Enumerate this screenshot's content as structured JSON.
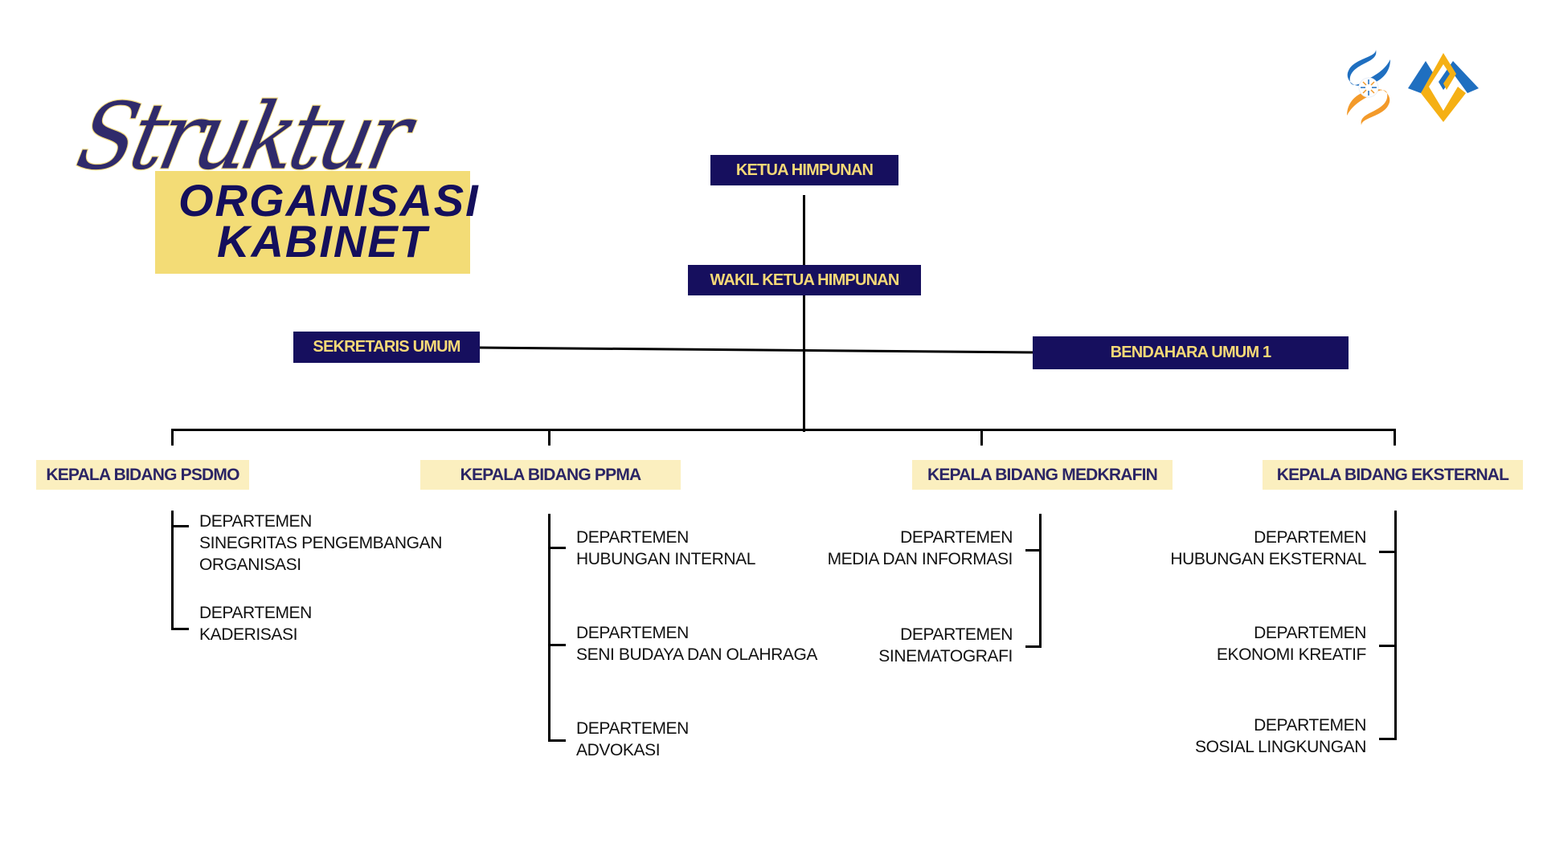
{
  "title": {
    "script": "Struktur",
    "line1": "ORGANISASI",
    "line2": "KABINET"
  },
  "logos": [
    {
      "name": "s-flame-logo",
      "colors": [
        "#1f6fc0",
        "#f39a2a"
      ]
    },
    {
      "name": "m-mountain-logo",
      "colors": [
        "#1f6fc0",
        "#f5b014"
      ]
    }
  ],
  "colors": {
    "navy": "#160f5e",
    "gold_text": "#f6d977",
    "title_yellow": "#f3dc76",
    "head_bg": "#fbefbf",
    "head_text": "#2b2565"
  },
  "core": {
    "ketua": "KETUA HIMPUNAN",
    "wakil": "WAKIL KETUA HIMPUNAN",
    "sekretaris": "SEKRETARIS UMUM",
    "bendahara": "BENDAHARA UMUM 1"
  },
  "bidang": [
    {
      "head": "KEPALA BIDANG PSDMO",
      "departments": [
        {
          "line1": "DEPARTEMEN",
          "line2": "SINEGRITAS PENGEMBANGAN",
          "line3": "ORGANISASI"
        },
        {
          "line1": "DEPARTEMEN",
          "line2": "KADERISASI"
        }
      ]
    },
    {
      "head": "KEPALA BIDANG PPMA",
      "departments": [
        {
          "line1": "DEPARTEMEN",
          "line2": "HUBUNGAN INTERNAL"
        },
        {
          "line1": "DEPARTEMEN",
          "line2": "SENI BUDAYA DAN OLAHRAGA"
        },
        {
          "line1": "DEPARTEMEN",
          "line2": "ADVOKASI"
        }
      ]
    },
    {
      "head": "KEPALA BIDANG MEDKRAFIN",
      "departments": [
        {
          "line1": "DEPARTEMEN",
          "line2": "MEDIA DAN INFORMASI"
        },
        {
          "line1": "DEPARTEMEN",
          "line2": "SINEMATOGRAFI"
        }
      ]
    },
    {
      "head": "KEPALA BIDANG EKSTERNAL",
      "departments": [
        {
          "line1": "DEPARTEMEN",
          "line2": "HUBUNGAN EKSTERNAL"
        },
        {
          "line1": "DEPARTEMEN",
          "line2": "EKONOMI KREATIF"
        },
        {
          "line1": "DEPARTEMEN",
          "line2": "SOSIAL LINGKUNGAN"
        }
      ]
    }
  ]
}
